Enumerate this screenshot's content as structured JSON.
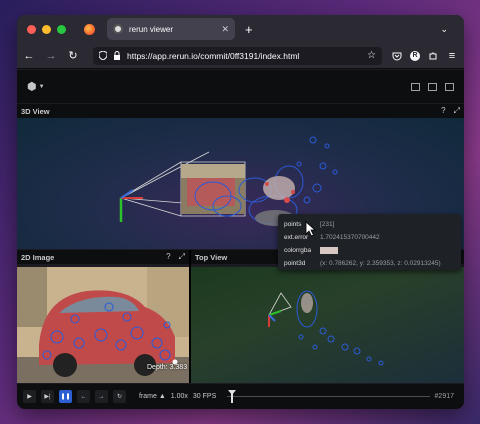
{
  "browser": {
    "tab_title": "rerun viewer",
    "tab_close": "✕",
    "new_tab": "+",
    "tab_list": "⌄",
    "url": "https://app.rerun.io/commit/0ff3191/index.html"
  },
  "views": {
    "view3d_title": "3D View",
    "view2d_title": "2D Image",
    "viewtop_title": "Top View",
    "help_glyph": "?",
    "maximize_glyph": "⤢",
    "depth_label": "Depth: 3.383"
  },
  "tooltip": {
    "rows": [
      {
        "key": "points",
        "value": "[231]"
      },
      {
        "key": "ext.error",
        "value": "1.702415370700442"
      },
      {
        "key": "colorrgba",
        "value": ""
      },
      {
        "key": "point3d",
        "value": "(x: 0.786262, y: 2.359353, z: 0.02913245)"
      }
    ],
    "swatch_color": "#d8c8c4"
  },
  "timeline": {
    "play": "▶",
    "step": "▶|",
    "pause": "❚❚",
    "back": "←",
    "forward": "→",
    "loop": "↻",
    "timeline_name": "frame ▲",
    "speed": "1.00x",
    "fps": "30 FPS",
    "frame_number": "#2917"
  },
  "colors": {
    "accent": "#2c5fd1",
    "point_blue": "#2a5bd7"
  }
}
